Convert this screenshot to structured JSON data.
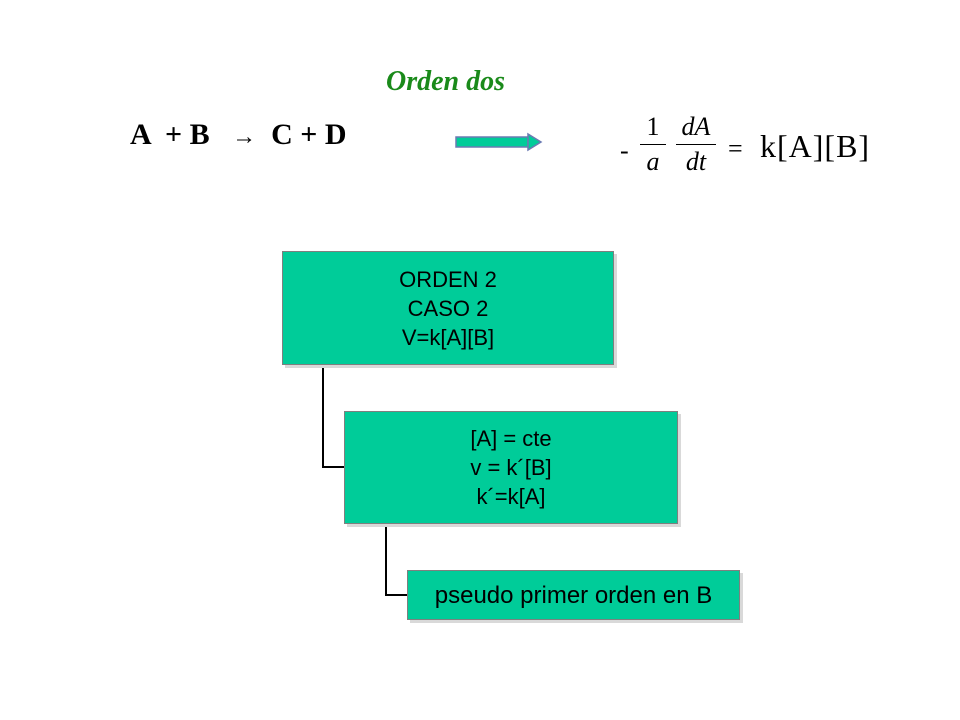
{
  "title": "Orden dos",
  "reaction": {
    "reactants": "A  + B",
    "arrow_glyph": "→",
    "products": "C + D"
  },
  "rate_equation": {
    "minus": "-",
    "frac1": {
      "num": "1",
      "den": "a"
    },
    "frac2": {
      "num": "dA",
      "den": "dt"
    },
    "equals": "=",
    "rhs": "k[A][B]"
  },
  "boxes": [
    {
      "lines": [
        "ORDEN 2",
        "CASO 2",
        "V=k[A][B]"
      ]
    },
    {
      "lines": [
        "[A] = cte",
        "v = k´[B]",
        "k´=k[A]"
      ]
    },
    {
      "lines": [
        "pseudo primer orden en B"
      ]
    }
  ],
  "colors": {
    "box_fill": "#00cc99",
    "title": "#1a8a1a",
    "arrow_fill": "#00cc99"
  }
}
